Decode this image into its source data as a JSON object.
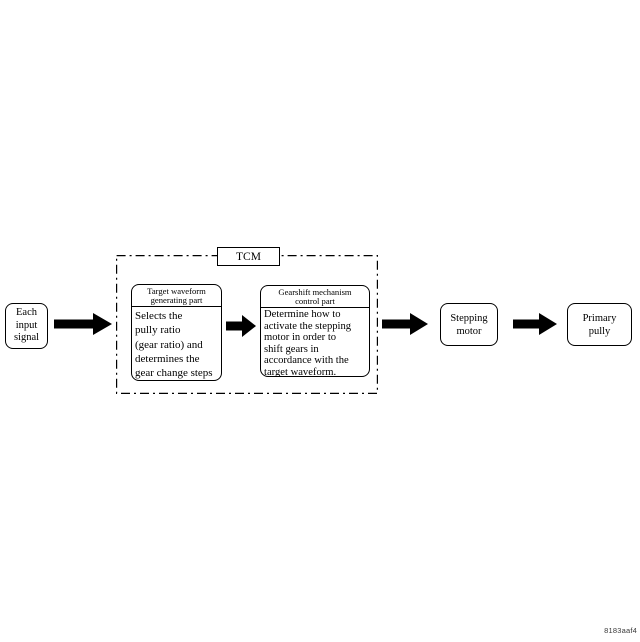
{
  "boxes": {
    "input": {
      "label": "Each\ninput\nsignal"
    },
    "tcm": {
      "label": "TCM"
    },
    "target_waveform": {
      "header": "Target waveform\ngenerating part",
      "body": "Selects the\npully ratio\n(gear ratio) and\ndetermines the\ngear change steps"
    },
    "gearshift": {
      "header": "Gearshift mechanism\ncontrol part",
      "body": "Determine how to\nactivate the stepping\nmotor in order to\nshift gears in\naccordance with the\ntarget waveform."
    },
    "stepping_motor": {
      "label": "Stepping\nmotor"
    },
    "primary_pully": {
      "label": "Primary\npully"
    }
  },
  "footer": {
    "figure_code": "8183aaf4"
  },
  "colors": {
    "line": "#000000",
    "background": "#ffffff",
    "code_text": "#3a3a3a"
  }
}
